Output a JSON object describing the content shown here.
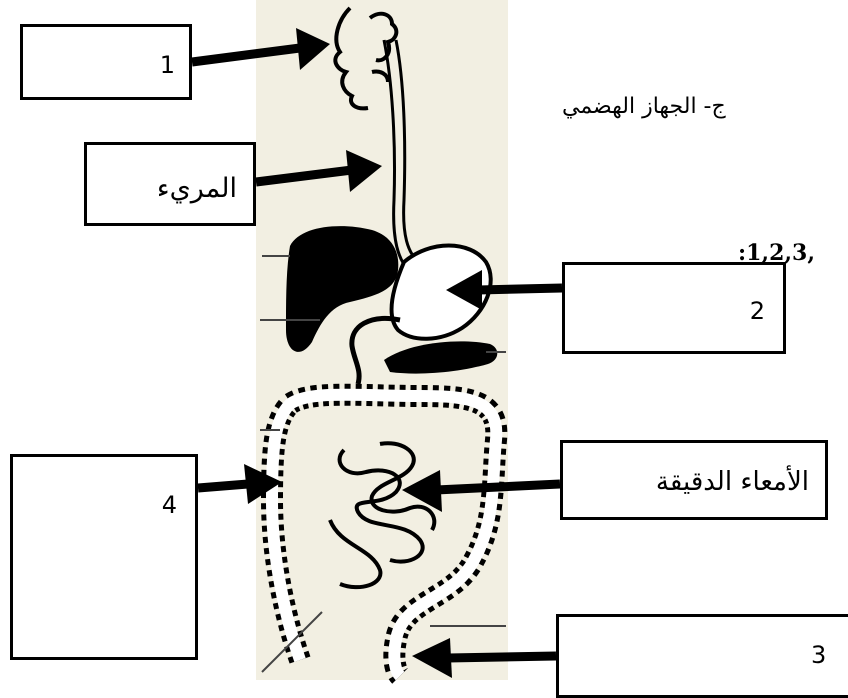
{
  "heading": "ج- الجهاز الهضمي",
  "partial_text": ":1,2,3,",
  "labels": {
    "box1": "1",
    "esophagus": "المريء",
    "box2": "2",
    "small_intestine": "الأمعاء الدقيقة",
    "box4": "4",
    "box3": "3"
  }
}
